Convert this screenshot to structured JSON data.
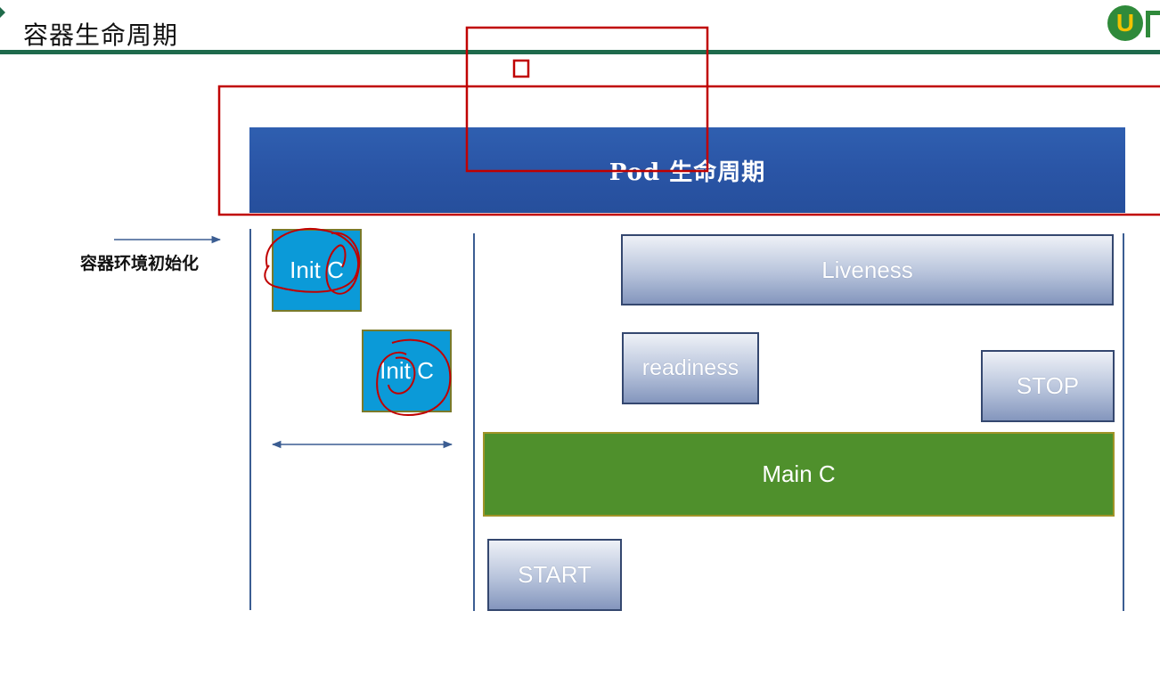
{
  "slide": {
    "title": "容器生命周期"
  },
  "logo": {
    "glyph": "U"
  },
  "diagram": {
    "pod_label": "Pod  生命周期",
    "side_label": "容器环境初始化",
    "init_boxes": [
      "Init C",
      "Init C"
    ],
    "liveness_label": "Liveness",
    "readiness_label": "readiness",
    "stop_label": "STOP",
    "main_label": "Main C",
    "start_label": "START"
  },
  "colors": {
    "header_rule": "#1e6a4c",
    "pod_bar": "#2a55a6",
    "init_box": "#0b9ad8",
    "main_bar": "#4f902c",
    "annotation": "#c00000",
    "connector": "#3b5d92"
  },
  "icons": {
    "logo": "brand-logo-icon",
    "corner": "corner-triangle-icon"
  }
}
